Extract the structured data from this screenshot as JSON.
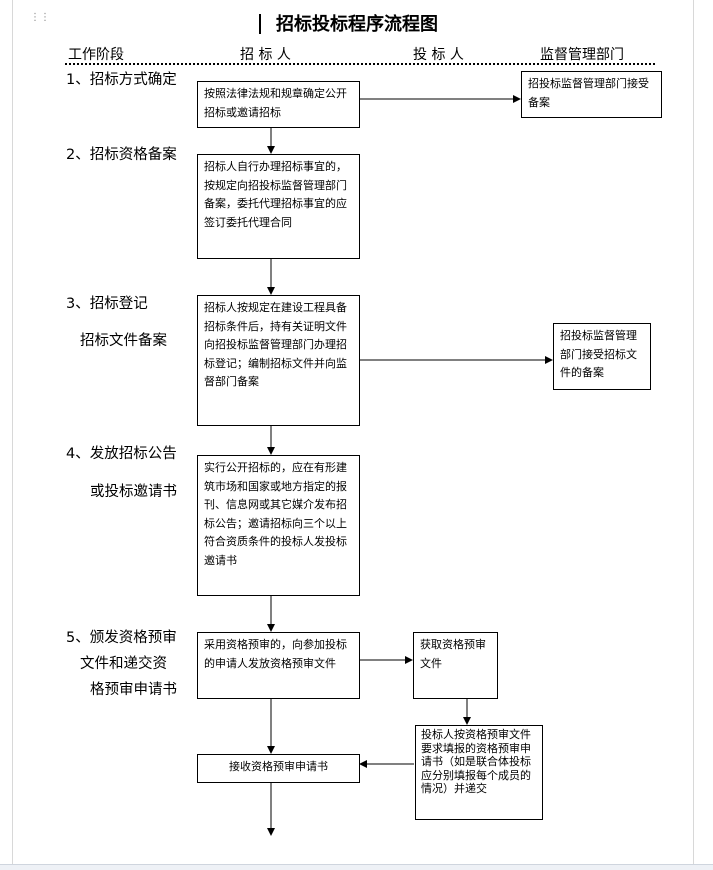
{
  "title": "招标投标程序流程图",
  "columns": {
    "stage": "工作阶段",
    "tenderer": "招 标 人",
    "bidder": "投 标 人",
    "supervisor": "监督管理部门"
  },
  "stages": {
    "s1": "1、招标方式确定",
    "s2": "2、招标资格备案",
    "s3a": "3、招标登记",
    "s3b": "招标文件备案",
    "s4a": "4、发放招标公告",
    "s4b": "或投标邀请书",
    "s5a": "5、颁发资格预审",
    "s5b": "文件和递交资",
    "s5c": "格预审申请书"
  },
  "boxes": {
    "b1": "按照法律法规和规章确定公开招标或邀请招标",
    "b2": "招标人自行办理招标事宜的，按规定向招投标监督管理部门备案，委托代理招标事宜的应签订委托代理合同",
    "b3": "招标人按规定在建设工程具备招标条件后，持有关证明文件向招投标监督管理部门办理招标登记；编制招标文件并向监督部门备案",
    "b4": "实行公开招标的，应在有形建筑市场和国家或地方指定的报刊、信息网或其它媒介发布招标公告；邀请招标向三个以上符合资质条件的投标人发投标邀请书",
    "b5": "采用资格预审的，向参加投标的申请人发放资格预审文件",
    "b6": "接收资格预审申请书",
    "sup1": "招投标监督管理部门接受备案",
    "sup2": "招投标监督管理部门接受招标文件的备案",
    "bid1": "获取资格预审文件",
    "bid2": "投标人按资格预审文件要求填报的资格预审申请书（如是联合体投标应分别填报每个成员的情况）并递交"
  }
}
